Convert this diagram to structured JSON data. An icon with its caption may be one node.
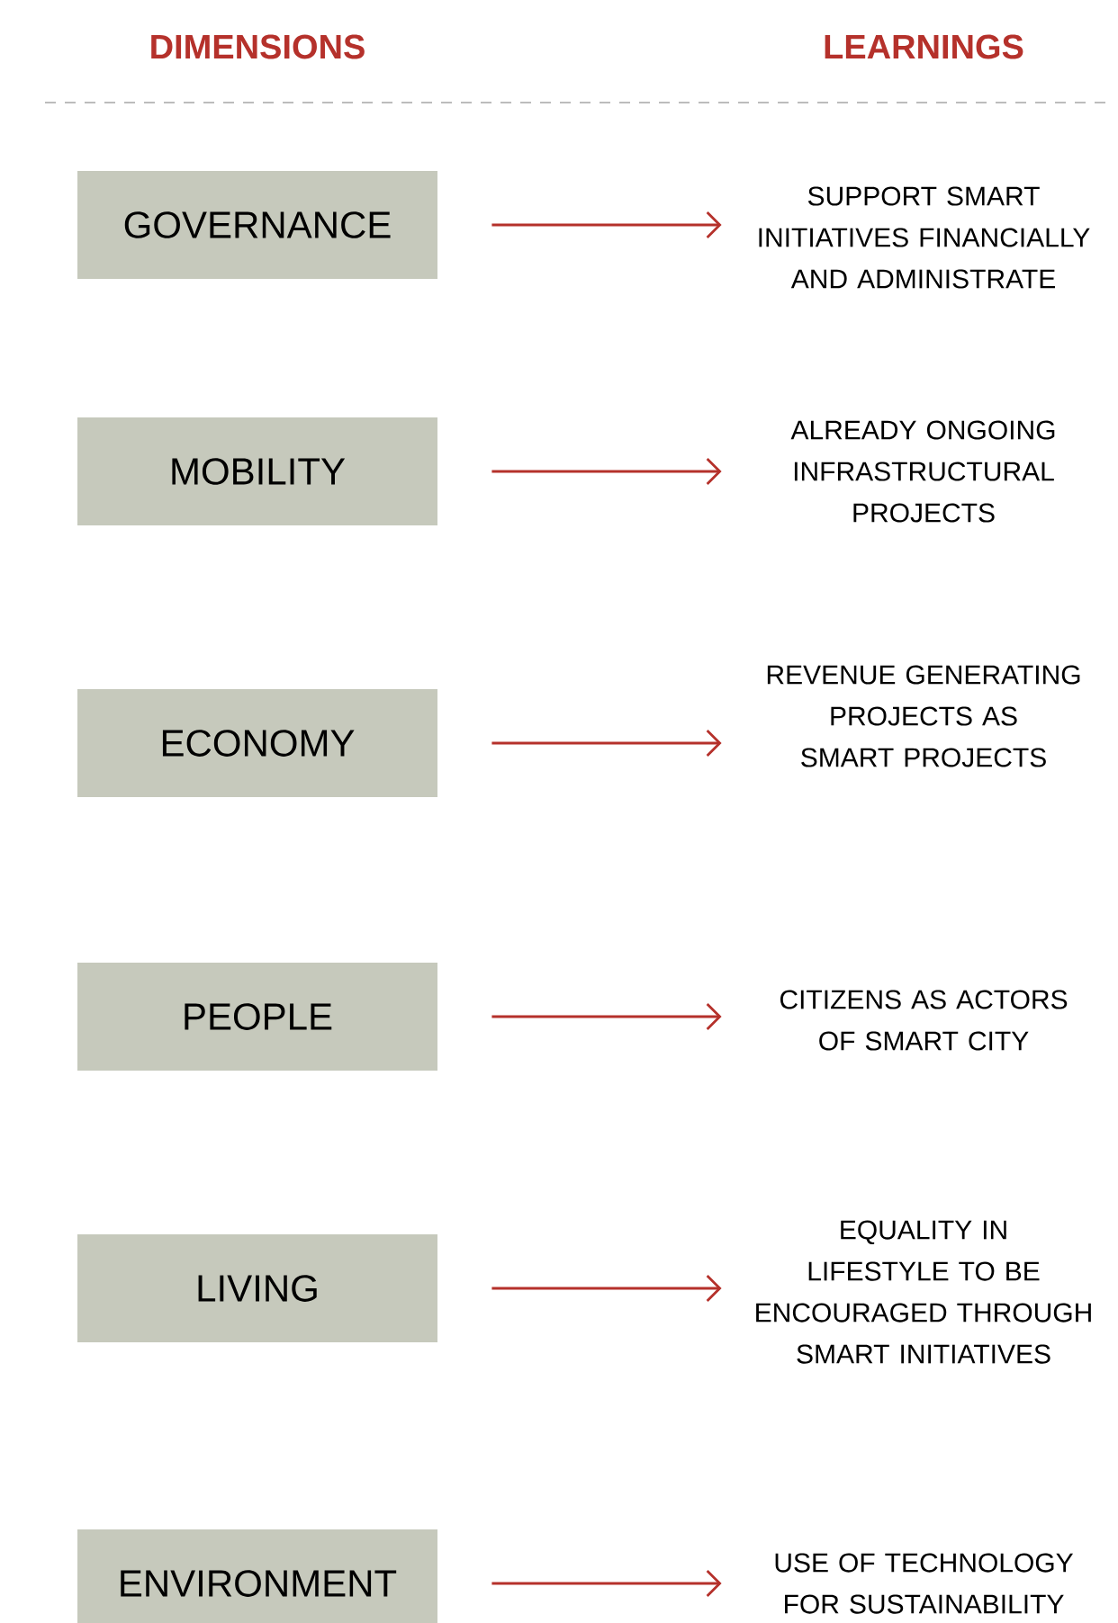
{
  "diagram": {
    "nodes": [
      {
        "text": [
          "GOVERNANCE"
        ]
      },
      {
        "text": [
          "MOBILITY"
        ]
      },
      {
        "text": [
          "ECONOMY"
        ]
      },
      {
        "text": [
          "PEOPLE"
        ]
      },
      {
        "text": [
          "LIVING"
        ]
      },
      {
        "text": [
          "ENVIRONMENT"
        ]
      },
      {
        "text": [
          "SUPPORT SMART INITIATIVES FINANCIALLY AND ADMINISTRATE"
        ]
      },
      {
        "text": [
          "ALREADY ONGOING INFRASTRUCTURAL PROJECTS"
        ]
      },
      {
        "text": [
          "REVENUE GENERATING PROJECTS AS SMART PROJECTS"
        ]
      },
      {
        "text": [
          "CITIZENS AS ACTORS OF SMART CITY"
        ]
      },
      {
        "text": [
          "EQUALITY IN LIFESTYLE TO BE ENCOURAGED THROUGH SMART INITIATIVES"
        ]
      },
      {
        "text": [
          "USE OF TECHNOLOGY FOR SUSTAINABILITY"
        ]
      }
    ],
    "edges": [
      {
        "from": 0,
        "to": 6,
        "arrow": "to"
      },
      {
        "from": 1,
        "to": 7,
        "arrow": "to"
      },
      {
        "from": 2,
        "to": 8,
        "arrow": "to"
      },
      {
        "from": 3,
        "to": 9,
        "arrow": "to"
      },
      {
        "from": 4,
        "to": 10,
        "arrow": "to"
      },
      {
        "from": 5,
        "to": 11,
        "arrow": "to"
      }
    ],
    "labels": [
      "DIMENSIONS",
      "LEARNINGS"
    ]
  }
}
